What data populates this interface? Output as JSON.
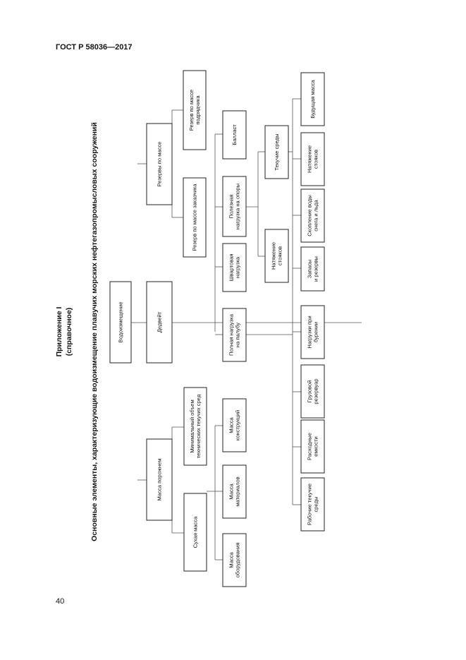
{
  "header": {
    "doc": "ГОСТ Р 58036—2017"
  },
  "page_number": "40",
  "appendix": {
    "line1": "Приложение I",
    "line2": "(справочное)"
  },
  "title": "Основные элементы, характеризующие водоизмещение плавучих морских нефтегазопромысловых сооружений",
  "nodes": {
    "displacement": [
      "Водоизмещение"
    ],
    "lightship": [
      "Масса порожнем"
    ],
    "deadweight": [
      "Дедвейт"
    ],
    "reserves": [
      "Резервы по массе"
    ],
    "min_fluids": [
      "Минимальный объем",
      "технических текучих сред"
    ],
    "dry_mass": [
      "Сухая масса"
    ],
    "res_contractor": [
      "Резерв по массе",
      "подрядчика"
    ],
    "res_customer": [
      "Резерв по массе заказчика"
    ],
    "equipment": [
      "Масса",
      "оборудования"
    ],
    "materials": [
      "Масса",
      "материалов"
    ],
    "structures": [
      "Масса",
      "конструкций"
    ],
    "deck_load": [
      "Полная нагрузка",
      "на палубу"
    ],
    "mooring": [
      "Швартовая",
      "нагрузка"
    ],
    "support_load": [
      "Полезная",
      "нагрузка на опоры"
    ],
    "ballast": [
      "Балласт"
    ],
    "riser_tension": [
      "Натяжение",
      "стояков"
    ],
    "fluids": [
      "Текучие среды"
    ],
    "working_fluids": [
      "Рабочие текучие",
      "среды"
    ],
    "consumables": [
      "Расходные",
      "емкости"
    ],
    "cargo_tank": [
      "Грузовой",
      "резервуар"
    ],
    "drilling_loads": [
      "Нагрузки при",
      "бурении"
    ],
    "stores": [
      "Запасы",
      "и резервы"
    ],
    "water_ice": [
      "Скопление воды",
      "снега и льда"
    ],
    "tension_risers2": [
      "Натяжение",
      "стояков"
    ],
    "future_mass": [
      "Будущая масса"
    ]
  }
}
